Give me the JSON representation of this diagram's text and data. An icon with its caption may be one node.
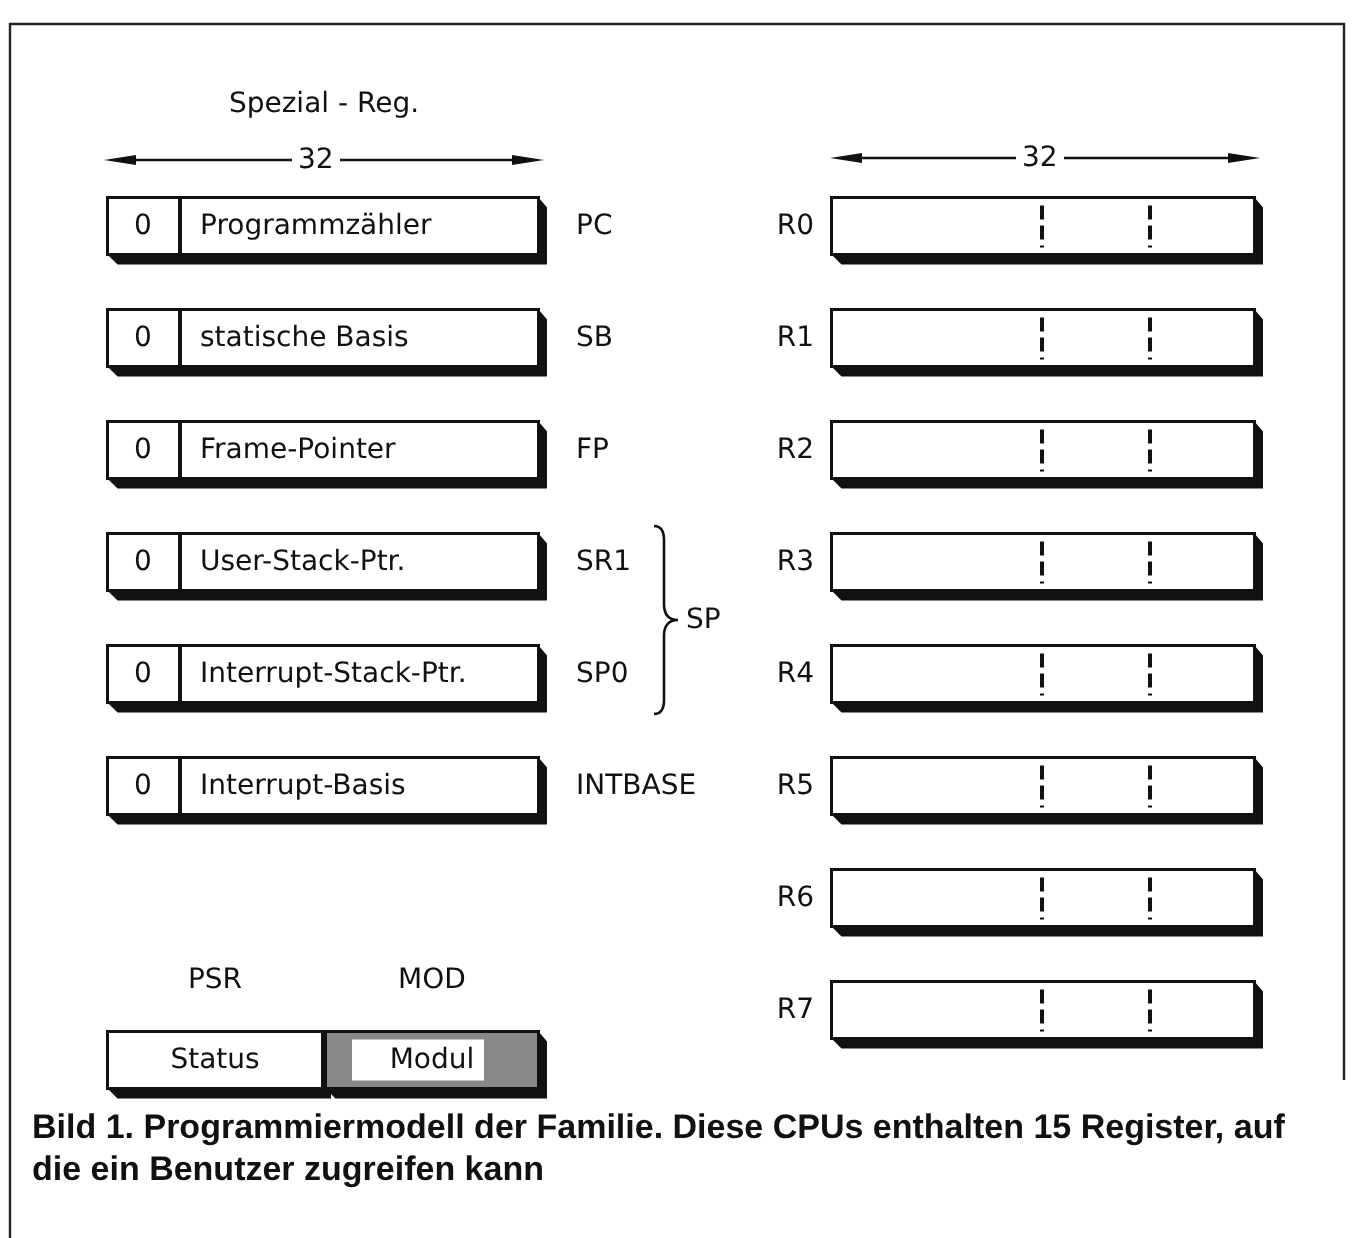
{
  "diagram": {
    "caption": "Bild 1. Programmiermodell der Familie. Diese CPUs enthalten 15 Register, auf die ein Benutzer zugreifen kann",
    "nodes": [
      {
        "text": [
          "0",
          "Programmzähler"
        ],
        "beside": [
          "PC"
        ]
      },
      {
        "text": [
          "0",
          "statische Basis"
        ],
        "beside": [
          "SB"
        ]
      },
      {
        "text": [
          "0",
          "Frame-Pointer"
        ],
        "beside": [
          "FP"
        ]
      },
      {
        "text": [
          "0",
          "User-Stack-Ptr."
        ],
        "beside": [
          "SR1"
        ]
      },
      {
        "text": [
          "0",
          "Interrupt-Stack-Ptr."
        ],
        "beside": [
          "SP0"
        ]
      },
      {
        "text": [
          "0",
          "Interrupt-Basis"
        ],
        "beside": [
          "INTBASE"
        ]
      },
      {
        "text": [
          "PSR",
          "Status"
        ]
      },
      {
        "text": [
          "MOD",
          "Modul"
        ]
      },
      {
        "text": [],
        "shape": "box",
        "beside": [
          "R0"
        ]
      },
      {
        "text": [],
        "shape": "box",
        "beside": [
          "R1"
        ]
      },
      {
        "text": [],
        "shape": "box",
        "beside": [
          "R2"
        ]
      },
      {
        "text": [],
        "shape": "box",
        "beside": [
          "R3"
        ]
      },
      {
        "text": [],
        "shape": "box",
        "beside": [
          "R4"
        ]
      },
      {
        "text": [],
        "shape": "box",
        "beside": [
          "R5"
        ]
      },
      {
        "text": [],
        "shape": "box",
        "beside": [
          "R6"
        ]
      },
      {
        "text": [],
        "shape": "box",
        "beside": [
          "R7"
        ]
      }
    ],
    "labels": [
      "Spezial - Reg.",
      "32",
      "32",
      "SP"
    ]
  }
}
